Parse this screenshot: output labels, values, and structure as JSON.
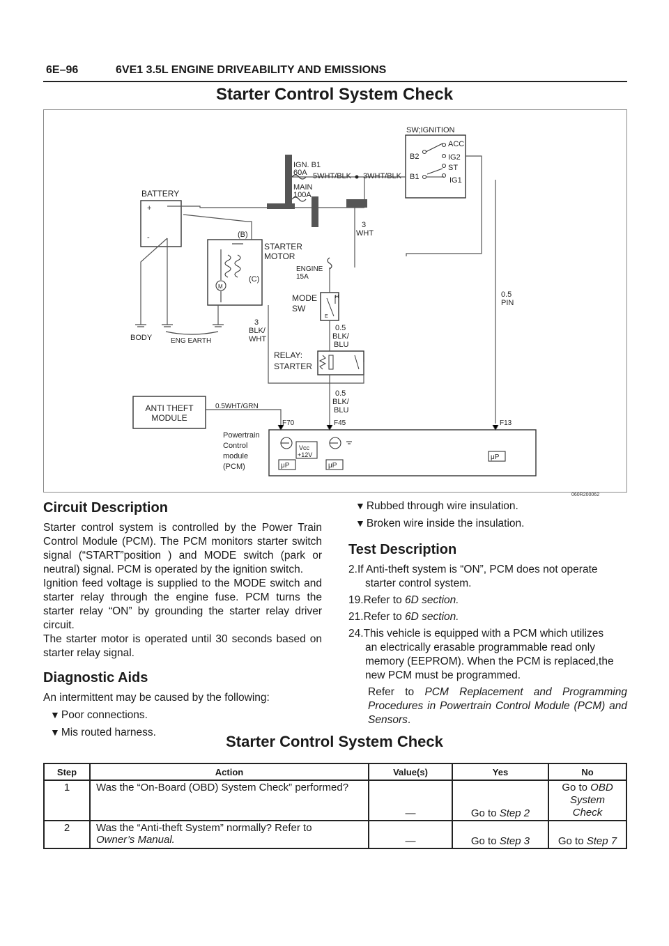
{
  "header": {
    "page_number": "6E–96",
    "section_title": "6VE1 3.5L ENGINE DRIVEABILITY AND EMISSIONS"
  },
  "main_title": "Starter Control System Check",
  "diagram": {
    "figure_code": "060R200062",
    "labels": {
      "sw_ignition": "SW;IGNITION",
      "acc": "ACC",
      "ig2": "IG2",
      "st": "ST",
      "ig1": "IG1",
      "b2": "B2",
      "b1": "B1",
      "ign_b1": "IGN. B1",
      "a60": "60A",
      "main": "MAIN",
      "a100": "100A",
      "wire_5wht_blk": "5WHT/BLK",
      "wire_3wht_blk": "3WHT/BLK",
      "battery": "BATTERY",
      "plus": "+",
      "minus": "-",
      "b_term": "(B)",
      "c_term": "(C)",
      "m": "M",
      "starter": "STARTER",
      "motor": "MOTOR",
      "wht3_a": "3",
      "wht3_b": "WHT",
      "engine": "ENGINE",
      "a15": "15A",
      "mode": "MODE",
      "sw": "SW",
      "h": "H",
      "e": "E",
      "pin_a": "0.5",
      "pin_b": "PIN",
      "body": "BODY",
      "eng_earth": "ENG EARTH",
      "blkwht_a": "3",
      "blkwht_b": "BLK/",
      "blkwht_c": "WHT",
      "blkblu1_a": "0.5",
      "blkblu1_b": "BLK/",
      "blkblu1_c": "BLU",
      "relay_a": "RELAY:",
      "relay_b": "STARTER",
      "blkblu2_a": "0.5",
      "blkblu2_b": "BLK/",
      "blkblu2_c": "BLU",
      "anti_a": "ANTI THEFT",
      "anti_b": "MODULE",
      "wht_grn": "0.5WHT/GRN",
      "f70": "F70",
      "f45": "F45",
      "f13": "F13",
      "pcm_a": "Powertrain",
      "pcm_b": "Control",
      "pcm_c": "module",
      "pcm_d": "(PCM)",
      "vcc_a": "Vcc",
      "vcc_b": "+12V",
      "up1": "μP",
      "up2": "μP",
      "up3": "μP"
    }
  },
  "circuit_description": {
    "heading": "Circuit Description",
    "p1": "Starter control system is controlled by the Power Train Control Module (PCM). The PCM monitors starter switch signal (“START”position ) and MODE switch (park or neutral) signal. PCM is operated by the ignition switch.",
    "p2": "Ignition feed voltage is supplied to the MODE switch and starter relay through the engine fuse. PCM turns the starter relay “ON” by grounding the starter relay driver circuit.",
    "p3": "The starter motor is operated until 30 seconds based on starter relay signal."
  },
  "diagnostic_aids": {
    "heading": "Diagnostic Aids",
    "intro": "An intermittent may be caused by the following:",
    "items": [
      "Poor connections.",
      "Mis routed harness.",
      "Rubbed through wire insulation.",
      "Broken wire inside the insulation."
    ]
  },
  "test_description": {
    "heading": "Test Description",
    "step2_num": "2.",
    "step2_a": "If Anti-theft system is “ON”, PCM does not operate",
    "step2_b": "starter control system.",
    "step19_num": "19.",
    "step19_text": "Refer to ",
    "step19_ref": "6D section.",
    "step21_num": "21.",
    "step21_text": "Refer to ",
    "step21_ref": "6D section.",
    "step24_num": "24.",
    "step24_a": "This vehicle is equipped with a PCM which utilizes",
    "step24_b": "an electrically erasable programmable read only",
    "step24_c": "memory (EEPROM). When the PCM is replaced,the",
    "step24_d": "new PCM must be programmed.",
    "refer_text": "Refer to ",
    "refer_italic": "PCM Replacement and Programming Procedures in Powertrain Control Module (PCM) and Sensors",
    "refer_end": "."
  },
  "table": {
    "title": "Starter Control System Check",
    "headers": [
      "Step",
      "Action",
      "Value(s)",
      "Yes",
      "No"
    ],
    "rows": [
      {
        "step": "1",
        "action": "Was the “On-Board (OBD) System Check” performed?",
        "value": "—",
        "yes_prefix": "Go to ",
        "yes_ref": "Step 2",
        "no_prefix": "Go to ",
        "no_ref_a": "OBD",
        "no_ref_b": "System",
        "no_ref_c": "Check"
      },
      {
        "step": "2",
        "action": "Was the “Anti-theft System” normally? Refer to",
        "action_ref": "Owner’s Manual.",
        "value": "—",
        "yes_prefix": "Go to ",
        "yes_ref": "Step 3",
        "no_prefix": "Go to ",
        "no_ref": "Step 7"
      }
    ]
  }
}
